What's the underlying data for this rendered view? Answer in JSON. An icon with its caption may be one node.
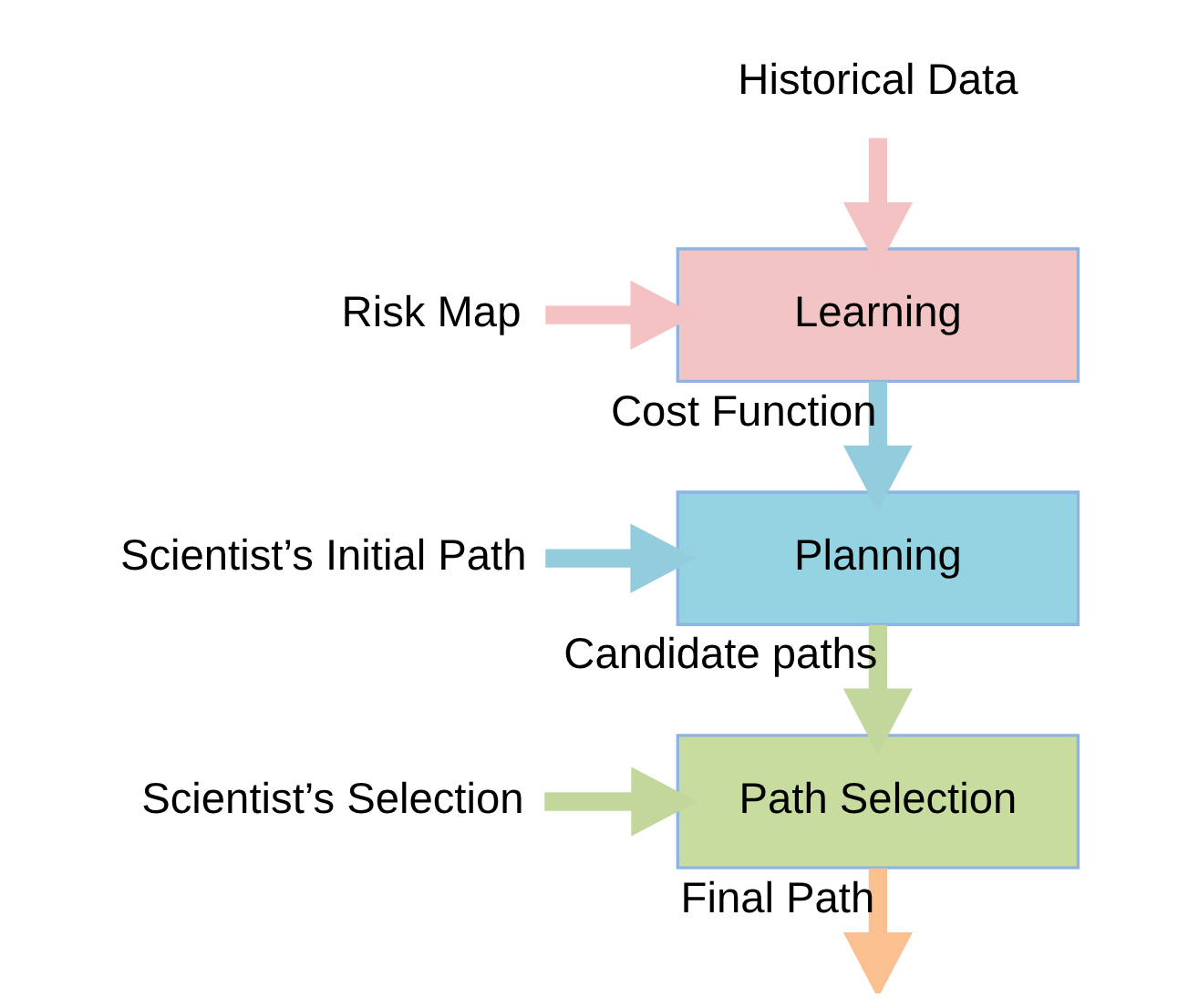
{
  "diagram": {
    "nodes": [
      {
        "text": [
          "Historical Data"
        ]
      },
      {
        "text": [
          "Learning"
        ]
      },
      {
        "text": [
          "Risk Map"
        ]
      },
      {
        "text": [
          "Planning"
        ]
      },
      {
        "text": [
          "Scientist’s Initial Path"
        ]
      },
      {
        "text": [
          "Path Selection"
        ]
      },
      {
        "text": [
          "Scientist’s Selection"
        ]
      }
    ],
    "edges": [
      {
        "from": 0,
        "to": 1,
        "arrow": "to",
        "color": "#f4c2c2"
      },
      {
        "from": 2,
        "to": 1,
        "arrow": "to",
        "color": "#f4c2c2"
      },
      {
        "from": 1,
        "to": 3,
        "arrow": "to",
        "label": "Cost Function",
        "color": "#93cddd"
      },
      {
        "from": 4,
        "to": 3,
        "arrow": "to",
        "color": "#93cddd"
      },
      {
        "from": 3,
        "to": 5,
        "arrow": "to",
        "label": "Candidate paths",
        "color": "#c3d69b"
      },
      {
        "from": 6,
        "to": 5,
        "arrow": "to",
        "color": "#c3d69b"
      },
      {
        "from": 5,
        "to": null,
        "arrow": "to",
        "label": "Final Path",
        "color": "#fac090"
      }
    ]
  }
}
